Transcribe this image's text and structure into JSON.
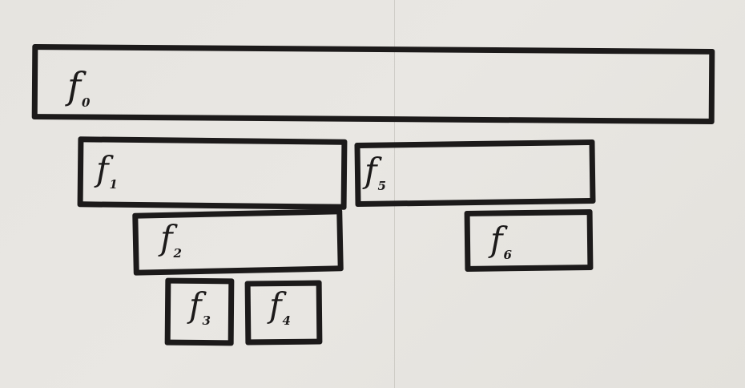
{
  "frames": [
    {
      "id": "f0",
      "letter": "f",
      "sub": "0"
    },
    {
      "id": "f1",
      "letter": "f",
      "sub": "1"
    },
    {
      "id": "f2",
      "letter": "f",
      "sub": "2"
    },
    {
      "id": "f3",
      "letter": "f",
      "sub": "3"
    },
    {
      "id": "f4",
      "letter": "f",
      "sub": "4"
    },
    {
      "id": "f5",
      "letter": "f",
      "sub": "5"
    },
    {
      "id": "f6",
      "letter": "f",
      "sub": "6"
    }
  ],
  "colors": {
    "ink": "#1c1a1a",
    "paper": "#e7e5e1"
  }
}
